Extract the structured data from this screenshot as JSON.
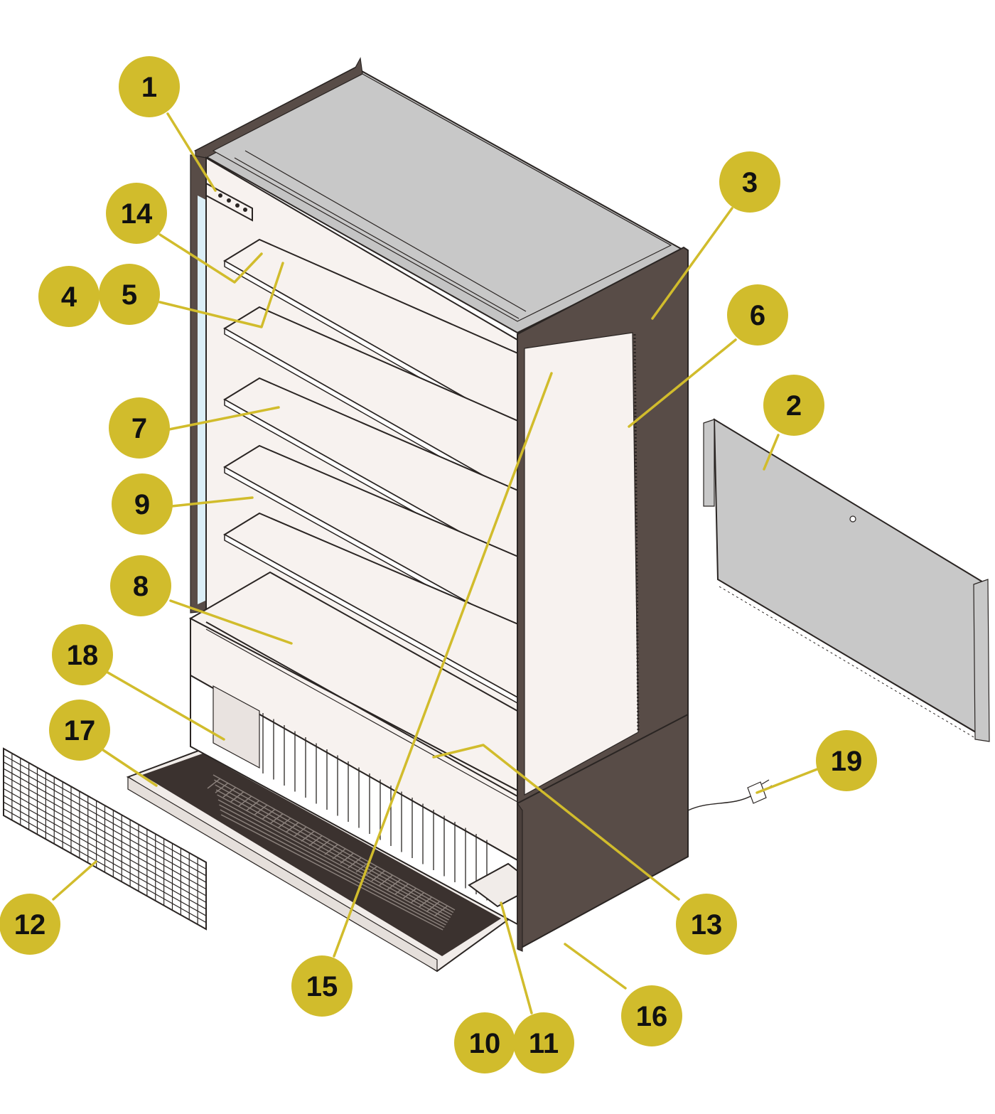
{
  "callouts": [
    {
      "id": "1",
      "label": "1"
    },
    {
      "id": "2",
      "label": "2"
    },
    {
      "id": "3",
      "label": "3"
    },
    {
      "id": "4",
      "label": "4"
    },
    {
      "id": "5",
      "label": "5"
    },
    {
      "id": "6",
      "label": "6"
    },
    {
      "id": "7",
      "label": "7"
    },
    {
      "id": "8",
      "label": "8"
    },
    {
      "id": "9",
      "label": "9"
    },
    {
      "id": "10",
      "label": "10"
    },
    {
      "id": "11",
      "label": "11"
    },
    {
      "id": "12",
      "label": "12"
    },
    {
      "id": "13",
      "label": "13"
    },
    {
      "id": "14",
      "label": "14"
    },
    {
      "id": "15",
      "label": "15"
    },
    {
      "id": "16",
      "label": "16"
    },
    {
      "id": "17",
      "label": "17"
    },
    {
      "id": "18",
      "label": "18"
    },
    {
      "id": "19",
      "label": "19"
    }
  ],
  "colors": {
    "callout": "#d1bc2c",
    "frame": "#584c47",
    "top": "#c4c4c4",
    "interior": "#f7f2ef",
    "side_glass": "#dbeef6",
    "back_panel": "#c8c8c8",
    "outline": "#2a2523"
  }
}
